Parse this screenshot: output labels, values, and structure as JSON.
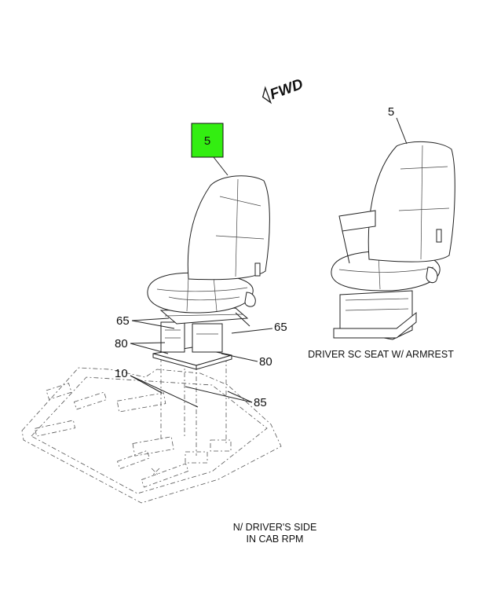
{
  "fwd_label": "FWD",
  "callouts": {
    "highlight": "5",
    "armrest_seat": "5",
    "c65_left": "65",
    "c65_right": "65",
    "c80_left": "80",
    "c80_right": "80",
    "c10": "10",
    "c85": "85"
  },
  "captions": {
    "armrest_seat": "DRIVER SC SEAT W/ ARMREST",
    "note_line1": "N/ DRIVER'S SIDE",
    "note_line2": "IN CAB RPM"
  },
  "colors": {
    "highlight_fill": "#33ee11",
    "line": "#222222"
  },
  "icons": [
    "fwd-arrow-icon"
  ]
}
